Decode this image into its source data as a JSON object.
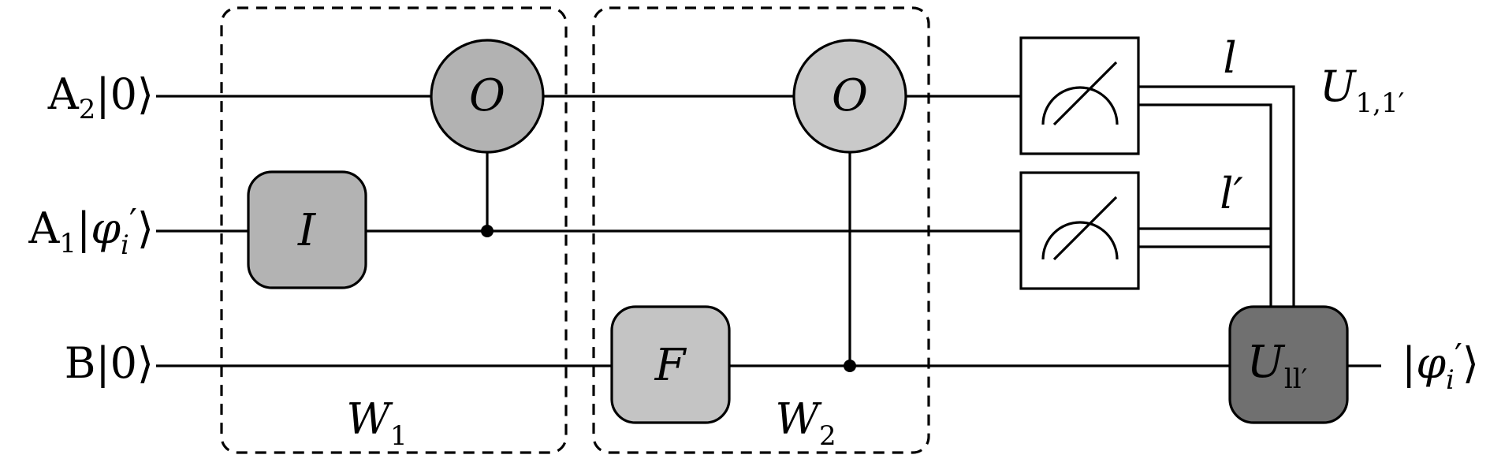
{
  "qubits": {
    "a2": {
      "name": "A",
      "sub": "2",
      "ket": "|0⟩"
    },
    "a1": {
      "name": "A",
      "sub": "1",
      "ket_open": "|",
      "phi": "φ",
      "phi_sub": "i",
      "prime": "′",
      "ket_close": "⟩"
    },
    "b": {
      "name": "B",
      "ket": "|0⟩"
    }
  },
  "gates": {
    "o_a": {
      "label": "O",
      "color": "#b2b2b2"
    },
    "o_b": {
      "label": "O",
      "color": "#c9c9c9"
    },
    "i_gate": {
      "label": "I",
      "color": "#b3b3b3"
    },
    "f_gate": {
      "label": "F",
      "color": "#c4c4c4"
    },
    "u_gate": {
      "label": "U",
      "sub": "ll′",
      "color": "#707070"
    }
  },
  "windows": {
    "w1": {
      "label": "W",
      "sub": "1"
    },
    "w2": {
      "label": "W",
      "sub": "2"
    }
  },
  "classical": {
    "l1": "l",
    "l2": "l′",
    "u_corr": {
      "label": "U",
      "sub": "1,1′"
    }
  },
  "output": {
    "ket_open": "|",
    "phi": "φ",
    "phi_sub": "i",
    "prime": "′",
    "ket_close": "⟩"
  }
}
